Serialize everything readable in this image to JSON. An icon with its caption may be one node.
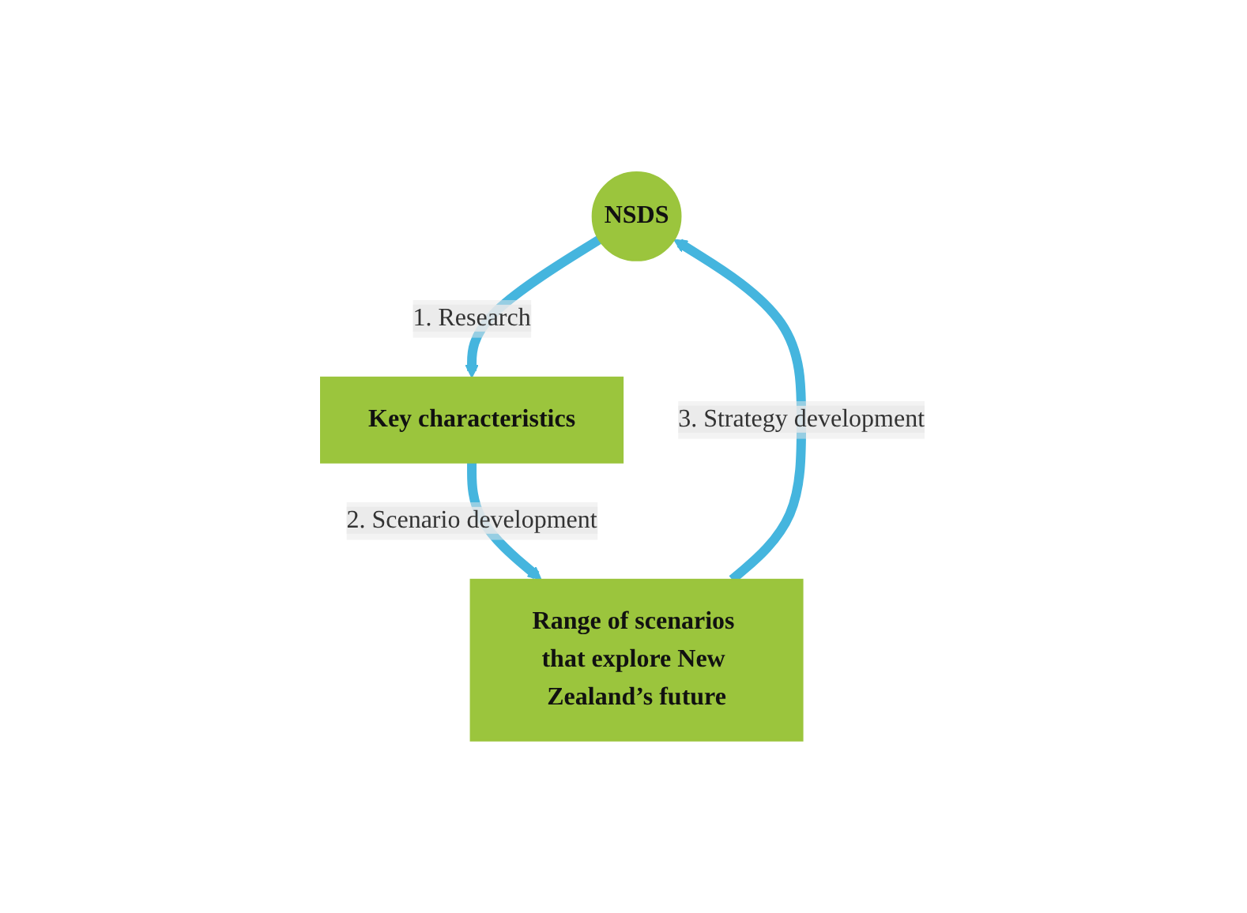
{
  "diagram": {
    "nodes": [
      {
        "text": [
          "NSDS"
        ]
      },
      {
        "text": [
          "Key characteristics"
        ]
      },
      {
        "text": [
          "Range of scenarios that explore New Zealand’s future"
        ]
      }
    ],
    "edges": [
      {
        "from": 0,
        "to": 1,
        "arrow": "to",
        "label": "1. Research"
      },
      {
        "from": 1,
        "to": 2,
        "arrow": "to",
        "label": "2. Scenario development"
      },
      {
        "from": 2,
        "to": 0,
        "arrow": "to",
        "label": "3. Strategy development"
      }
    ]
  }
}
